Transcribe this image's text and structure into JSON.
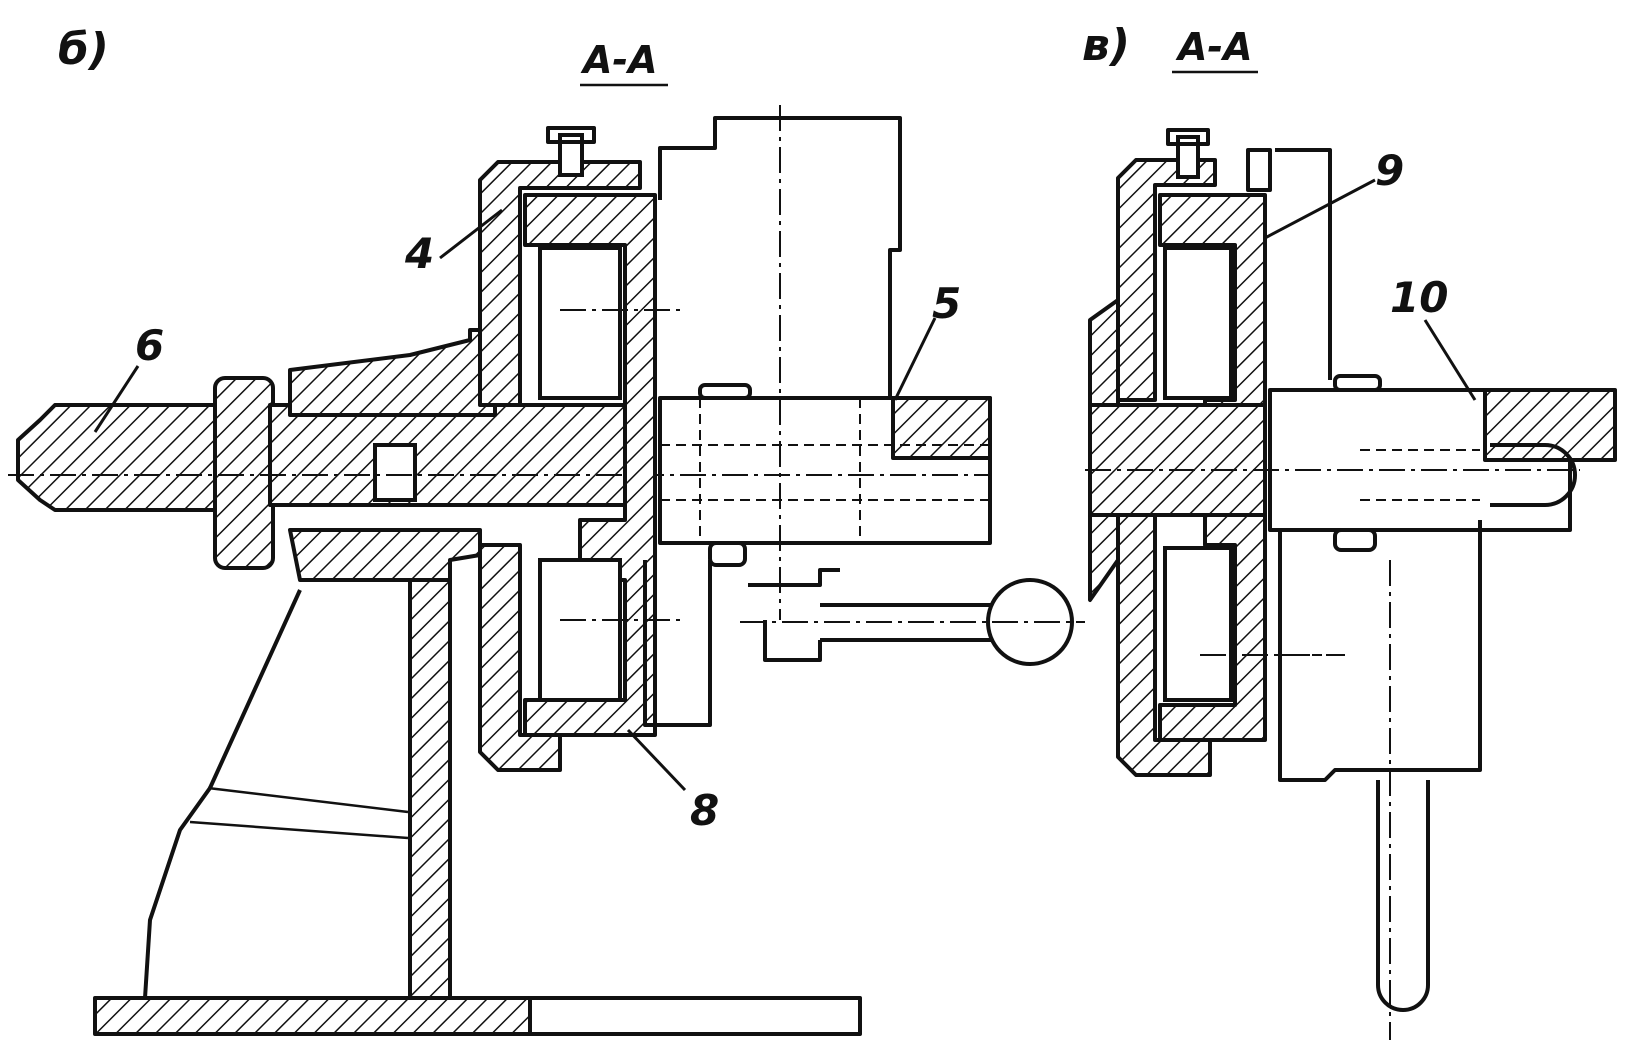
{
  "views": [
    {
      "id": "b",
      "label": "б)",
      "section": "А-А"
    },
    {
      "id": "v",
      "label": "в)",
      "section": "А-А"
    }
  ],
  "callouts": [
    "4",
    "5",
    "6",
    "8",
    "9",
    "10"
  ]
}
